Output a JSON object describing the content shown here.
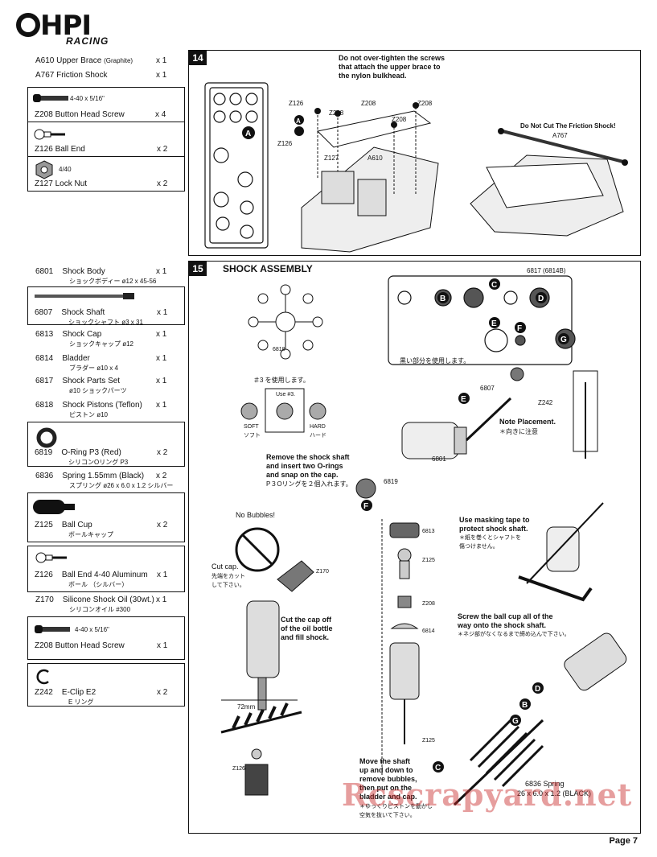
{
  "logo": {
    "brand": "HPI",
    "sub": "RACING"
  },
  "page_label": "Page 7",
  "watermark": "Rcscrapyard.net",
  "step14": {
    "number": "14",
    "parts": [
      {
        "code": "A610",
        "name": "Upper Brace",
        "suffix": "(Graphite)",
        "qty": "x 1"
      },
      {
        "code": "A767",
        "name": "Friction Shock",
        "qty": "x 1"
      },
      {
        "spec": "4-40 x 5/16\"",
        "code": "Z208",
        "name": "Button Head Screw",
        "qty": "x 4"
      },
      {
        "code": "Z126",
        "name": "Ball End",
        "qty": "x 2"
      },
      {
        "spec": "4/40",
        "code": "Z127",
        "name": "Lock Nut",
        "qty": "x 2"
      }
    ],
    "note": "Do not over-tighten the screws that attach the upper brace to the nylon bulkhead.",
    "note_lines": [
      "Do not over-tighten the screws",
      "that attach the upper brace to",
      "the nylon bulkhead."
    ],
    "friction_note": "Do Not Cut The Friction Shock!",
    "labels": [
      "Z126",
      "Z208",
      "Z208",
      "Z208",
      "Z208",
      "Z127",
      "Z126",
      "A610",
      "A767",
      "A"
    ]
  },
  "step15": {
    "number": "15",
    "title": "SHOCK ASSEMBLY",
    "parts": [
      {
        "code": "6801",
        "name": "Shock Body",
        "jp": "ショックボディー ø12 x 45-56",
        "qty": "x 1"
      },
      {
        "code": "6807",
        "name": "Shock Shaft",
        "jp": "ショックシャフト ø3 x 31",
        "qty": "x 1"
      },
      {
        "code": "6813",
        "name": "Shock Cap",
        "jp": "ショックキャップ ø12",
        "qty": "x 1"
      },
      {
        "code": "6814",
        "name": "Bladder",
        "jp": "ブラダー ø10 x 4",
        "qty": "x 1"
      },
      {
        "code": "6817",
        "name": "Shock Parts Set",
        "jp": "ø10 ショックパーツ",
        "qty": "x 1"
      },
      {
        "code": "6818",
        "name": "Shock Pistons (Teflon)",
        "jp": "ピストン ø10",
        "qty": "x 1"
      },
      {
        "code": "6819",
        "name": "O-Ring P3 (Red)",
        "jp": "シリコンOリング P3",
        "qty": "x 2"
      },
      {
        "code": "6836",
        "name": "Spring 1.55mm (Black)",
        "jp": "スプリング ø26 x 6.0 x 1.2 シルバー",
        "qty": "x 2"
      },
      {
        "code": "Z125",
        "name": "Ball Cup",
        "jp": "ボールキャップ",
        "qty": "x 2"
      },
      {
        "code": "Z126",
        "name": "Ball End 4-40 Aluminum",
        "jp": "ボール （シルバー）",
        "qty": "x 1"
      },
      {
        "code": "Z170",
        "name": "Silicone Shock Oil (30wt.)",
        "jp": "シリコンオイル #300",
        "qty": "x 1"
      },
      {
        "spec": "4-40 x 5/16\"",
        "code": "Z208",
        "name": "Button Head Screw",
        "qty": "x 1"
      },
      {
        "code": "Z242",
        "name": "E-Clip E2",
        "jp": "E リング",
        "qty": "x 2"
      }
    ],
    "sprue_code": "6817 (6814B)",
    "sprue_note": "黒い部分を使用します。",
    "piston_code": "6818",
    "use3_jp": "＃3 を使用します。",
    "use3": "Use #3.",
    "soft": "SOFT",
    "soft_jp": "ソフト",
    "hard": "HARD",
    "hard_jp": "ハード",
    "remove_shaft": [
      "Remove the shock shaft",
      "and insert two O-rings",
      "and snap on the cap."
    ],
    "remove_shaft_jp": "P３Oリングを２個入れます。",
    "note_placement": "Note Placement.",
    "note_placement_jp": "＊向きに注意",
    "no_bubbles": "No Bubbles!",
    "cut_cap": "Cut cap.",
    "cut_cap_jp": [
      "先端をカット",
      "して下さい。"
    ],
    "cut_oil": [
      "Cut the cap off",
      "of the oil bottle",
      "and fill shock."
    ],
    "masking": [
      "Use masking tape to",
      "protect shock shaft."
    ],
    "masking_jp": [
      "＊紙を巻くとシャフトを",
      "傷つけません。"
    ],
    "screw_ball": [
      "Screw the ball cup all of the",
      "way onto the shock shaft."
    ],
    "screw_ball_jp": "＊ネジ部がなくなるまで締め込んで下さい。",
    "move_shaft": [
      "Move the shaft",
      "up and down to",
      "remove bubbles,",
      "then put on the",
      "bladder and cap."
    ],
    "move_shaft_jp": [
      "＊ゆっくりピストンを動かし",
      "空気を抜いて下さい。"
    ],
    "spring": "6836 Spring",
    "spring_size": "26 x 6.0 x 1.2  (BLACK)",
    "dim": "72mm",
    "labels": {
      "l6807": "6807",
      "l6801": "6801",
      "l6819": "6819",
      "lZ242": "Z242",
      "l6813": "6813",
      "lZ125a": "Z125",
      "lZ208": "Z208",
      "l6814": "6814",
      "lZ125b": "Z125",
      "lZ170": "Z170",
      "lZ126": "Z126"
    },
    "letters": [
      "B",
      "C",
      "D",
      "E",
      "F",
      "G"
    ]
  }
}
